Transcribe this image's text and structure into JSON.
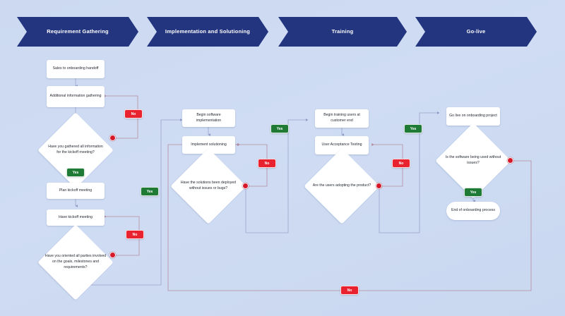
{
  "diagram": {
    "title": "Customer Onboarding Process Flowchart",
    "background_color": "#cddaf2",
    "phase_color": "#23357f",
    "yes_color": "#1f7a36",
    "no_color": "#e8222e",
    "node_color": "#ffffff"
  },
  "phases": [
    {
      "label": "Requirement Gathering"
    },
    {
      "label": "Implementation and Solutioning"
    },
    {
      "label": "Training"
    },
    {
      "label": "Go-live"
    }
  ],
  "labels": {
    "yes": "Yes",
    "no": "No"
  },
  "columns": [
    {
      "phase": "Requirement Gathering",
      "nodes": [
        {
          "id": "n1",
          "type": "process",
          "text": "Sales to onboarding handoff"
        },
        {
          "id": "n2",
          "type": "process",
          "text": "Additional information gathering"
        },
        {
          "id": "d1",
          "type": "decision",
          "text": "Have you gathered all information for the kickoff meeting?"
        },
        {
          "id": "n3",
          "type": "process",
          "text": "Plan kickoff meeting"
        },
        {
          "id": "n4",
          "type": "process",
          "text": "Have kickoff meeting"
        },
        {
          "id": "d2",
          "type": "decision",
          "text": "Have you oriented all parties involved on the goals, milestones and requirements?"
        }
      ]
    },
    {
      "phase": "Implementation and Solutioning",
      "nodes": [
        {
          "id": "n5",
          "type": "process",
          "text": "Begin software implementation"
        },
        {
          "id": "n6",
          "type": "process",
          "text": "Implement solutioning"
        },
        {
          "id": "d3",
          "type": "decision",
          "text": "Have the solutions been deployed without issues or bugs?"
        }
      ]
    },
    {
      "phase": "Training",
      "nodes": [
        {
          "id": "n7",
          "type": "process",
          "text": "Begin training users at customer end"
        },
        {
          "id": "n8",
          "type": "process",
          "text": "User Acceptance Testing"
        },
        {
          "id": "d4",
          "type": "decision",
          "text": "Are the users adopting the product?"
        }
      ]
    },
    {
      "phase": "Go-live",
      "nodes": [
        {
          "id": "n9",
          "type": "process",
          "text": "Go live on onboarding project"
        },
        {
          "id": "d5",
          "type": "decision",
          "text": "Is the software being used without issues?"
        },
        {
          "id": "n10",
          "type": "terminal",
          "text": "End of onboarding process"
        }
      ]
    }
  ],
  "connectors": [
    {
      "from": "d1",
      "to": "n2",
      "label": "No"
    },
    {
      "from": "d1",
      "to": "n3",
      "label": "Yes"
    },
    {
      "from": "d2",
      "to": "n4",
      "label": "No"
    },
    {
      "from": "d2",
      "to": "n5",
      "label": "Yes"
    },
    {
      "from": "d3",
      "to": "n6",
      "label": "No"
    },
    {
      "from": "d3",
      "to": "n7",
      "label": "Yes"
    },
    {
      "from": "d4",
      "to": "n8",
      "label": "No"
    },
    {
      "from": "d4",
      "to": "n9",
      "label": "Yes"
    },
    {
      "from": "d5",
      "to": "n6",
      "label": "No"
    },
    {
      "from": "d5",
      "to": "n10",
      "label": "Yes"
    }
  ]
}
